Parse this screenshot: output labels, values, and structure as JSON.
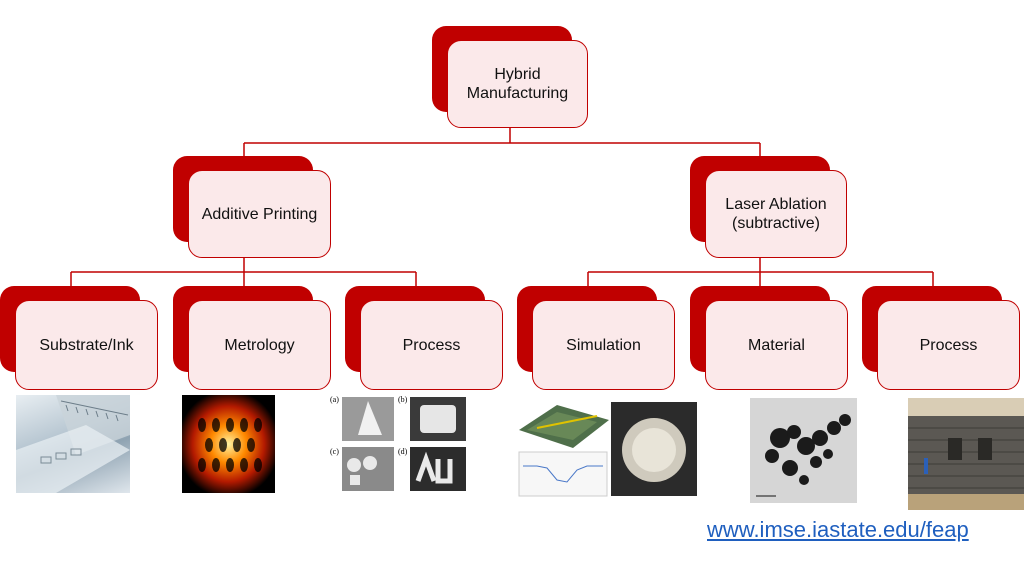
{
  "diagram": {
    "root": {
      "label": "Hybrid\nManufacturing"
    },
    "branches": [
      {
        "label": "Additive Printing",
        "children": [
          {
            "label": "Substrate/Ink"
          },
          {
            "label": "Metrology"
          },
          {
            "label": "Process"
          }
        ]
      },
      {
        "label": "Laser Ablation\n(subtractive)",
        "children": [
          {
            "label": "Simulation"
          },
          {
            "label": "Material"
          },
          {
            "label": "Process"
          }
        ]
      }
    ]
  },
  "images": {
    "process_panel_labels": [
      "(a)",
      "(b)",
      "(c)",
      "(d)"
    ]
  },
  "footer": {
    "url": "www.imse.iastate.edu/feap"
  },
  "colors": {
    "accent": "#c00000",
    "node_fill": "#fbe9ea",
    "link": "#1f5fbf"
  }
}
